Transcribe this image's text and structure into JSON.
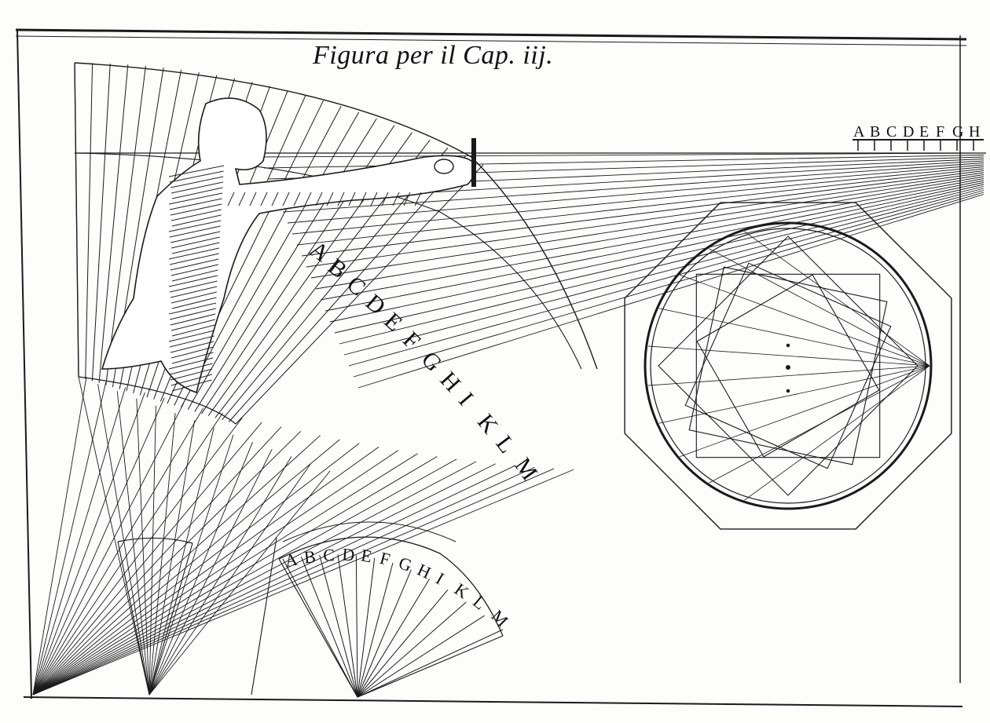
{
  "title": "Figura per il Cap. iij.",
  "scale_letters": {
    "top_right": [
      "A",
      "B",
      "C",
      "D",
      "E",
      "F",
      "G",
      "H"
    ],
    "middle_arc": [
      "A",
      "B",
      "C",
      "D",
      "E",
      "F",
      "G",
      "H",
      "I",
      "K",
      "L",
      "M"
    ],
    "lower_arc": [
      "A",
      "B",
      "C",
      "D",
      "E",
      "F",
      "G",
      "H",
      "I",
      "K",
      "L",
      "M"
    ]
  },
  "colors": {
    "ink": "#1a1a1a",
    "paper": "#fdfdfc"
  }
}
